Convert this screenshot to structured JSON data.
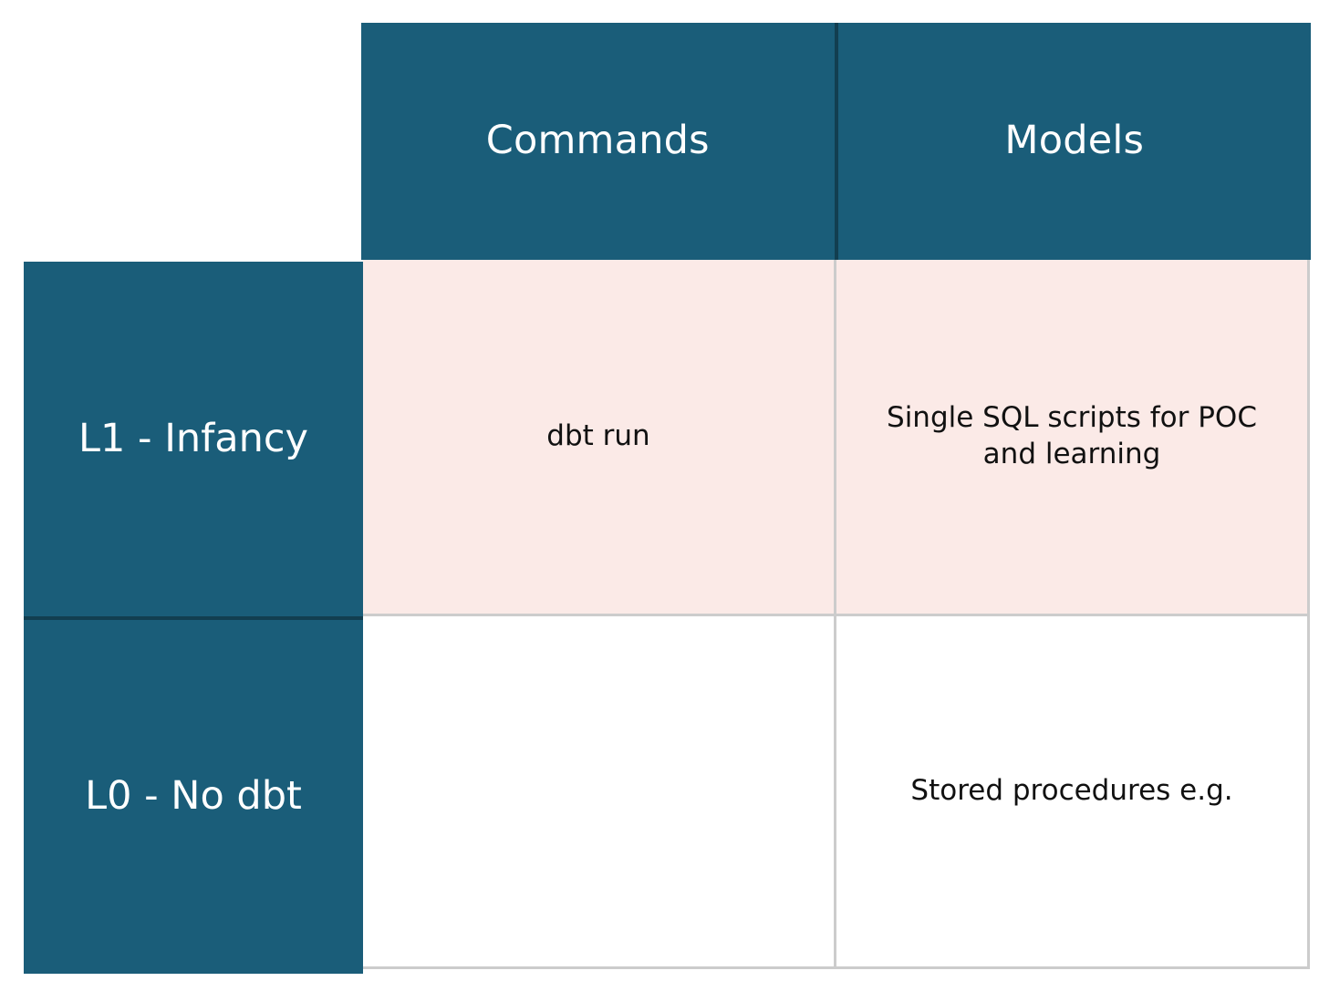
{
  "matrix": {
    "corner_cell": "",
    "column_headers": [
      {
        "id": "commands",
        "label": "Commands"
      },
      {
        "id": "models",
        "label": "Models"
      }
    ],
    "rows": [
      {
        "id": "l1-infancy",
        "header": "L1 - Infancy",
        "highlight": true,
        "cells": [
          {
            "column": "commands",
            "text": "dbt run"
          },
          {
            "column": "models",
            "text": "Single SQL scripts for POC and learning"
          }
        ]
      },
      {
        "id": "l0-no-dbt",
        "header": "L0 - No dbt",
        "highlight": false,
        "cells": [
          {
            "column": "commands",
            "text": ""
          },
          {
            "column": "models",
            "text": "Stored procedures e.g."
          }
        ]
      }
    ],
    "colors": {
      "header_fill": "#1a5d79",
      "header_divider": "#123e50",
      "header_text": "#ffffff",
      "highlight_row_fill": "#fbeae7",
      "plain_row_fill": "#ffffff",
      "grid_line": "#cccccc",
      "body_text": "#111111",
      "page_background": "#ffffff"
    }
  }
}
